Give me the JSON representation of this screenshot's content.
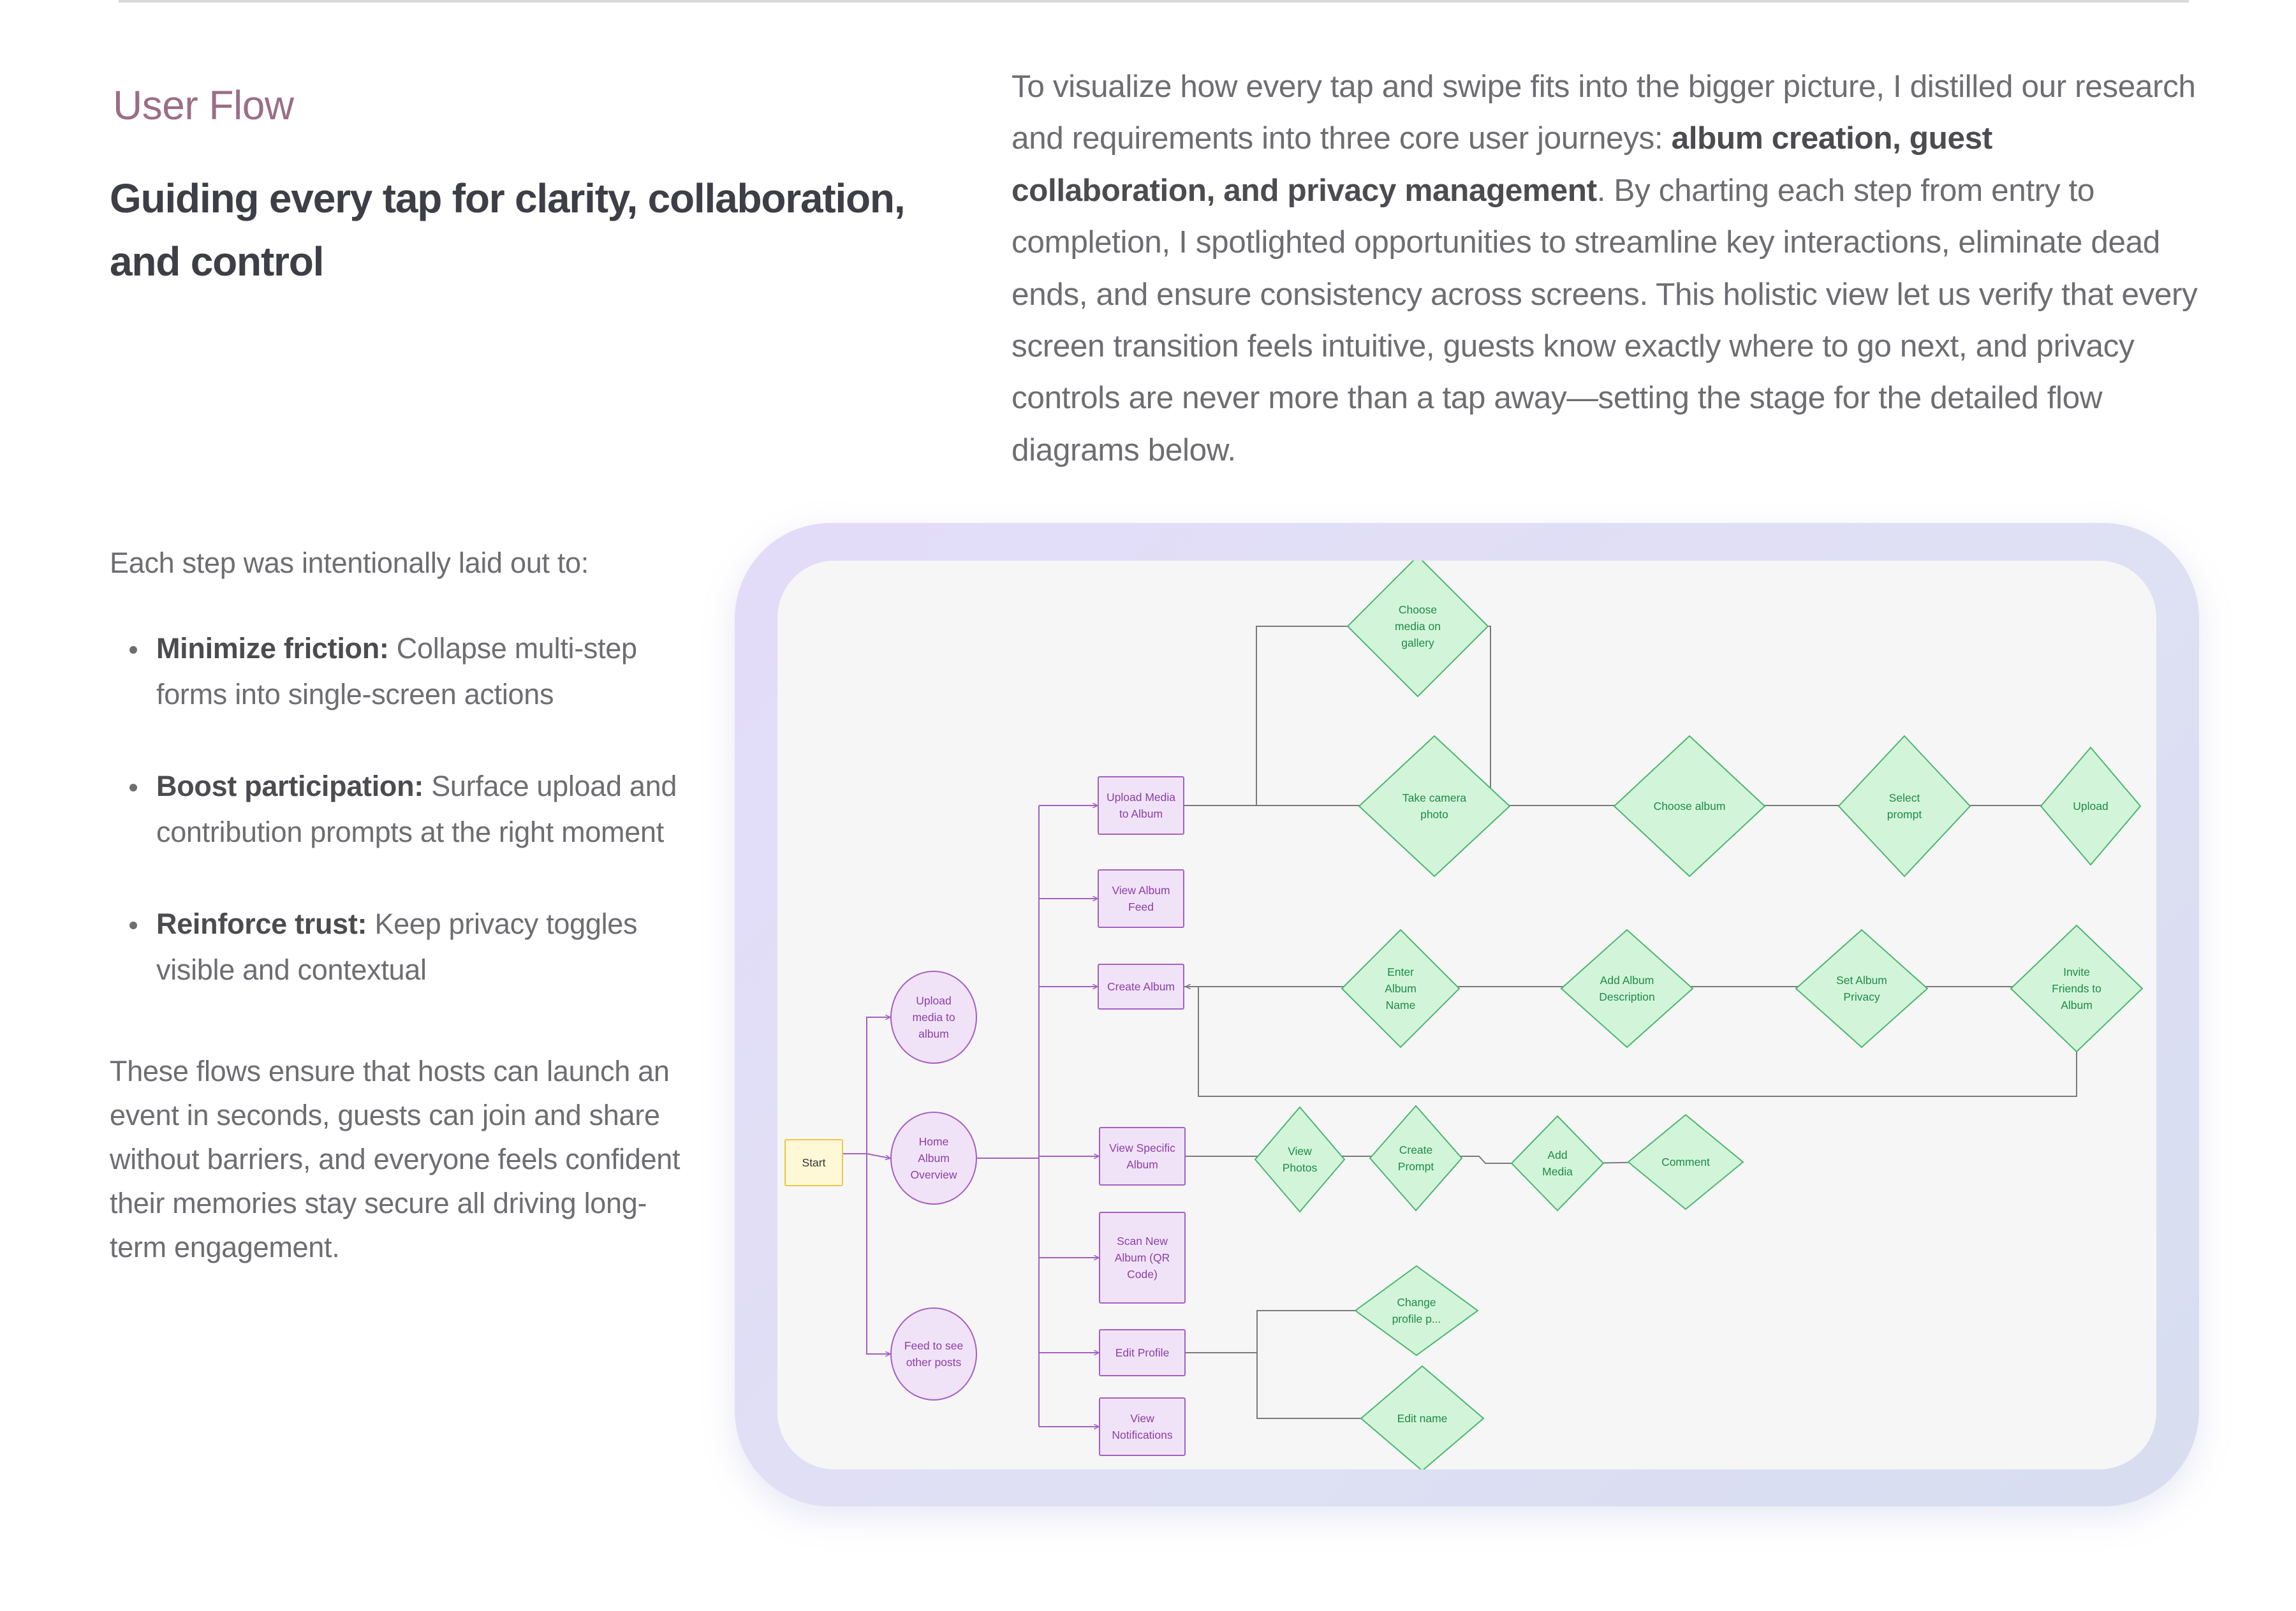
{
  "section": {
    "eyebrow": "User Flow",
    "headline_line1": "Guiding every tap for clarity, collaboration,",
    "headline_line2": "and control"
  },
  "intro": {
    "before_bold": "To visualize how every tap and swipe fits into the bigger picture, I distilled our research and requirements into three core user journeys: ",
    "bold": "album creation, guest collaboration, and privacy management",
    "after_bold": ". By charting each step from entry to completion, I spotlighted opportunities to streamline key interactions, eliminate dead ends, and ensure consistency across screens. This holistic view let us verify that every screen transition feels intuitive, guests know exactly where to go next, and privacy controls are never more than a tap away—setting the stage for the detailed flow diagrams below."
  },
  "steps": {
    "lead": "Each step was intentionally laid out to:",
    "items": [
      {
        "title": "Minimize friction:",
        "text": " Collapse multi-step forms into single-screen actions"
      },
      {
        "title": "Boost participation:",
        "text": " Surface upload and contribution prompts at the right moment"
      },
      {
        "title": "Reinforce trust:",
        "text": " Keep privacy toggles visible and contextual"
      }
    ],
    "closing": "These flows ensure that hosts can launch an event in seconds, guests can join and share without barriers, and everyone feels confident their memories stay secure all driving long-term engagement."
  },
  "diagram": {
    "colors": {
      "purple_stroke": "#a55fc4",
      "purple_fill": "#f1e3f7",
      "green_stroke": "#4cb66e",
      "green_fill": "#d2f5da",
      "yellow_stroke": "#ecc64b",
      "yellow_fill": "#fff8d6"
    },
    "start": "Start",
    "circles": [
      {
        "id": "upload",
        "lines": [
          "Upload",
          "media to",
          "album"
        ]
      },
      {
        "id": "home",
        "lines": [
          "Home",
          "Album",
          "Overview"
        ]
      },
      {
        "id": "feed",
        "lines": [
          "Feed to see",
          "other posts"
        ]
      }
    ],
    "screens": [
      {
        "id": "upload_media",
        "lines": [
          "Upload Media",
          "to Album"
        ]
      },
      {
        "id": "view_feed",
        "lines": [
          "View Album",
          "Feed"
        ]
      },
      {
        "id": "create_album",
        "lines": [
          "Create Album"
        ]
      },
      {
        "id": "view_specific",
        "lines": [
          "View Specific",
          "Album"
        ]
      },
      {
        "id": "scan_new",
        "lines": [
          "Scan New",
          "Album (QR",
          "Code)"
        ]
      },
      {
        "id": "edit_profile",
        "lines": [
          "Edit Profile"
        ]
      },
      {
        "id": "view_notifications",
        "lines": [
          "View",
          "Notifications"
        ]
      }
    ],
    "decisions": [
      {
        "id": "choose_media",
        "lines": [
          "Choose",
          "media on",
          "gallery"
        ]
      },
      {
        "id": "take_photo",
        "lines": [
          "Take camera",
          "photo"
        ]
      },
      {
        "id": "choose_album",
        "lines": [
          "Choose album"
        ]
      },
      {
        "id": "select_prompt",
        "lines": [
          "Select",
          "prompt"
        ]
      },
      {
        "id": "upload_final",
        "lines": [
          "Upload"
        ]
      },
      {
        "id": "enter_name",
        "lines": [
          "Enter",
          "Album",
          "Name"
        ]
      },
      {
        "id": "add_desc",
        "lines": [
          "Add Album",
          "Description"
        ]
      },
      {
        "id": "set_privacy",
        "lines": [
          "Set Album",
          "Privacy"
        ]
      },
      {
        "id": "invite",
        "lines": [
          "Invite",
          "Friends to",
          "Album"
        ]
      },
      {
        "id": "view_photos",
        "lines": [
          "View",
          "Photos"
        ]
      },
      {
        "id": "create_prompt",
        "lines": [
          "Create",
          "Prompt"
        ]
      },
      {
        "id": "add_media",
        "lines": [
          "Add",
          "Media"
        ]
      },
      {
        "id": "comment",
        "lines": [
          "Comment"
        ]
      },
      {
        "id": "change_profile",
        "lines": [
          "Change",
          "profile p..."
        ]
      },
      {
        "id": "edit_name",
        "lines": [
          "Edit name"
        ]
      }
    ]
  }
}
